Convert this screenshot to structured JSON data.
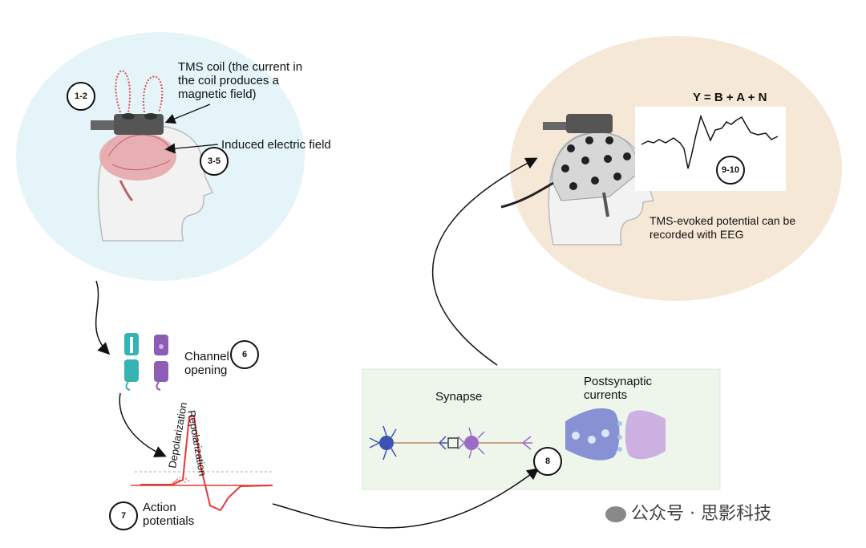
{
  "labels": {
    "tms_coil": "TMS coil (the current in the coil produces a magnetic field)",
    "induced_field": "Induced electric field",
    "formula": "Y = B + A + N",
    "tep": "TMS-evoked potential can be recorded with EEG",
    "channel": "Channel opening",
    "depolarization": "Depolarization",
    "repolarization": "Repolarization",
    "action": "Action potentials",
    "synapse": "Synapse",
    "postsynaptic": "Postsynaptic currents"
  },
  "steps": [
    "1-2",
    "3-5",
    "6",
    "7",
    "8",
    "9-10"
  ],
  "watermark": "公众号 · 思影科技",
  "colors": {
    "tms_bubble": "#e4f4f8",
    "eeg_bubble": "#f6e8d6",
    "synapse_panel": "#eef6ec",
    "action_potential": "#e53935",
    "channel_teal": "#36b3b3",
    "channel_purple": "#8e5bb5",
    "neuron_blue": "#3f51b5",
    "neuron_purple": "#9c6bc6"
  }
}
